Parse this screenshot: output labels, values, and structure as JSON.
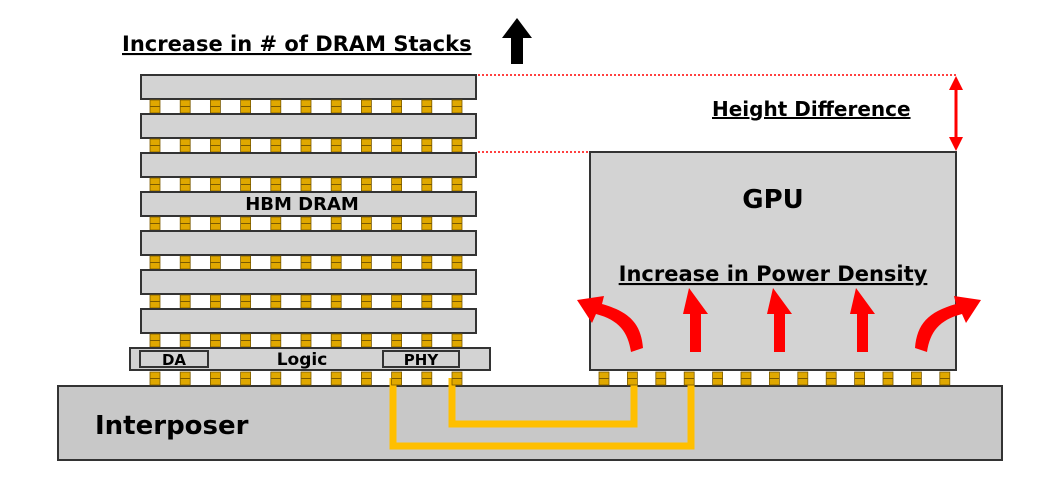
{
  "labels": {
    "dram_stacks": "Increase in # of DRAM Stacks",
    "height_difference": "Height Difference",
    "hbm_dram": "HBM DRAM",
    "logic": "Logic",
    "da": "DA",
    "phy": "PHY",
    "gpu": "GPU",
    "power_density": "Increase in Power Density",
    "interposer": "Interposer"
  },
  "colors": {
    "die_fill": "#d3d3d3",
    "interposer_fill": "#c8c8c8",
    "bump": "#e0a800",
    "wire": "#ffbf00",
    "arrow_red": "#ff0000",
    "arrow_black": "#000000",
    "outline": "#333333"
  },
  "counts": {
    "dram_dies": 7
  },
  "icons": {
    "up_arrow": "black-up-arrow-icon",
    "heat_arrow": "red-up-arrow-icon",
    "height_arrow": "double-arrow-icon"
  }
}
